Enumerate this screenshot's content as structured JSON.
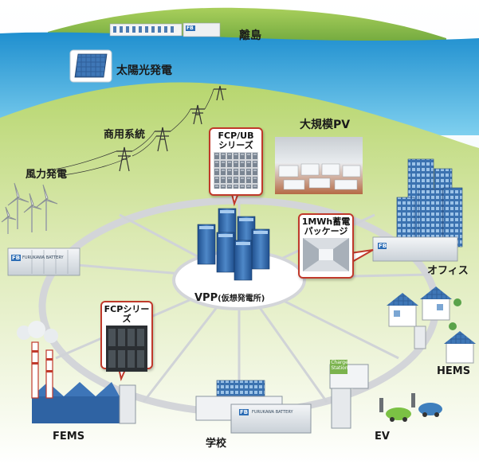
{
  "diagram": {
    "island": "離島",
    "solar_power": "太陽光発電",
    "commercial_grid": "商用系統",
    "wind_power": "風力発電",
    "large_pv": "大規模PV",
    "vpp_center": "VPP",
    "vpp_note": "(仮想発電所)",
    "office": "オフィス",
    "hems": "HEMS",
    "fems": "FEMS",
    "school": "学校",
    "ev": "EV"
  },
  "callouts": {
    "fcp_ub": {
      "line1": "FCP/UB",
      "line2": "シリーズ"
    },
    "mwh_package": {
      "line1": "1MWh蓄電",
      "line2": "パッケージ"
    },
    "fcp_series": {
      "line1": "FCPシリーズ"
    }
  },
  "container_text": {
    "logo": "FB",
    "brand": "FURUKAWA BATTERY"
  },
  "charge_station": {
    "line1": "Charge",
    "line2": "Station"
  },
  "colors": {
    "sky": "#2f9ed8",
    "sea": "#5cc0ea",
    "hill": "#c3dc82",
    "ring": "#d2d4d8",
    "callout_border": "#c0392b",
    "building_blue": "#3a6da8"
  }
}
